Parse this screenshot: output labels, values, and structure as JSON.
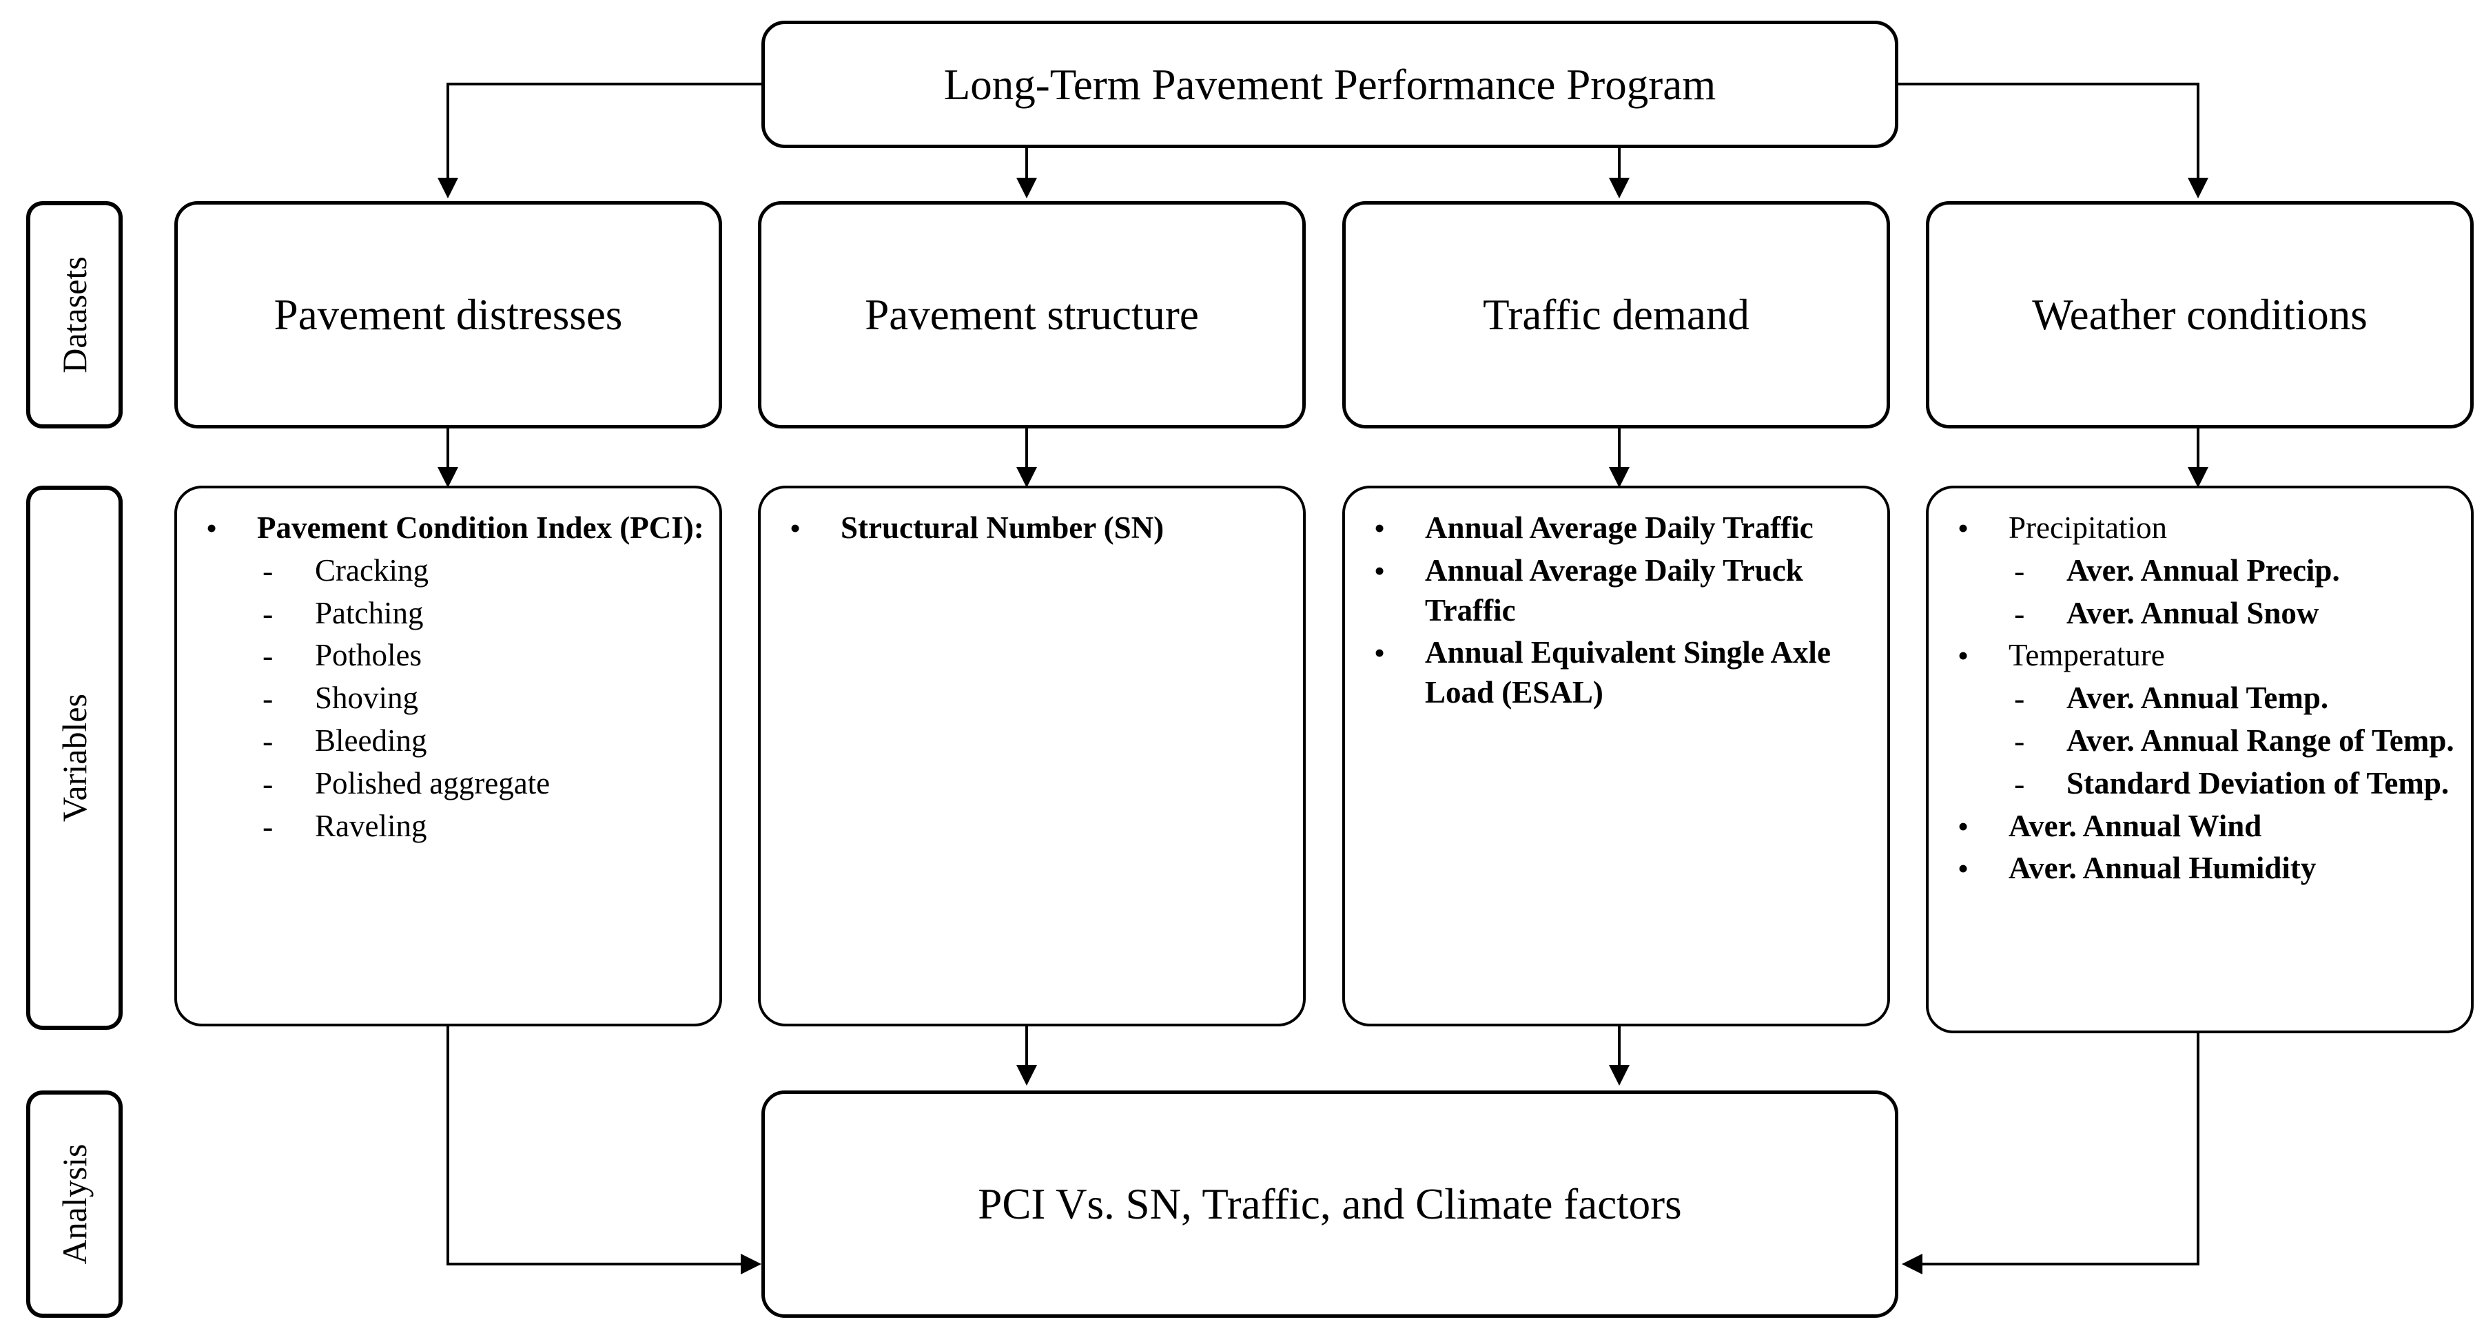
{
  "title_box": {
    "label": "Long-Term Pavement Performance Program"
  },
  "row_labels": [
    {
      "name": "datasets",
      "label": "Datasets"
    },
    {
      "name": "variables",
      "label": "Variables"
    },
    {
      "name": "analysis",
      "label": "Analysis"
    }
  ],
  "datasets": [
    {
      "name": "pavement-distresses",
      "label": "Pavement distresses"
    },
    {
      "name": "pavement-structure",
      "label": "Pavement structure"
    },
    {
      "name": "traffic-demand",
      "label": "Traffic demand"
    },
    {
      "name": "weather-conditions",
      "label": "Weather conditions"
    }
  ],
  "variables": {
    "pavement_distresses": [
      {
        "level": 1,
        "marker": "•",
        "text": "Pavement Condition Index (PCI):",
        "bold": true
      },
      {
        "level": 2,
        "marker": "-",
        "text": "Cracking",
        "bold": false
      },
      {
        "level": 2,
        "marker": "-",
        "text": "Patching",
        "bold": false
      },
      {
        "level": 2,
        "marker": "-",
        "text": "Potholes",
        "bold": false
      },
      {
        "level": 2,
        "marker": "-",
        "text": "Shoving",
        "bold": false
      },
      {
        "level": 2,
        "marker": "-",
        "text": "Bleeding",
        "bold": false
      },
      {
        "level": 2,
        "marker": "-",
        "text": "Polished aggregate",
        "bold": false
      },
      {
        "level": 2,
        "marker": "-",
        "text": "Raveling",
        "bold": false
      }
    ],
    "pavement_structure": [
      {
        "level": 1,
        "marker": "•",
        "text": "Structural Number (SN)",
        "bold": true
      }
    ],
    "traffic_demand": [
      {
        "level": 1,
        "marker": "•",
        "text": "Annual Average Daily Traffic",
        "bold": true
      },
      {
        "level": 1,
        "marker": "•",
        "text": "Annual Average Daily Truck Traffic",
        "bold": true
      },
      {
        "level": 1,
        "marker": "•",
        "text": "Annual Equivalent Single Axle Load (ESAL)",
        "bold": true
      }
    ],
    "weather_conditions": [
      {
        "level": 1,
        "marker": "•",
        "text": "Precipitation",
        "bold": false
      },
      {
        "level": 2,
        "marker": "-",
        "text": "Aver. Annual Precip.",
        "bold": true
      },
      {
        "level": 2,
        "marker": "-",
        "text": "Aver. Annual Snow",
        "bold": true
      },
      {
        "level": 1,
        "marker": "•",
        "text": "Temperature",
        "bold": false
      },
      {
        "level": 2,
        "marker": "-",
        "text": "Aver. Annual Temp.",
        "bold": true
      },
      {
        "level": 2,
        "marker": "-",
        "text": "Aver. Annual Range of Temp.",
        "bold": true
      },
      {
        "level": 2,
        "marker": "-",
        "text": "Standard Deviation of Temp.",
        "bold": true
      },
      {
        "level": 1,
        "marker": "•",
        "text": "Aver. Annual Wind",
        "bold": true
      },
      {
        "level": 1,
        "marker": "•",
        "text": "Aver. Annual Humidity",
        "bold": true
      }
    ]
  },
  "analysis_box": {
    "label": "PCI Vs. SN, Traffic, and Climate factors"
  },
  "colors": {
    "stroke": "#000000",
    "background": "#ffffff"
  }
}
